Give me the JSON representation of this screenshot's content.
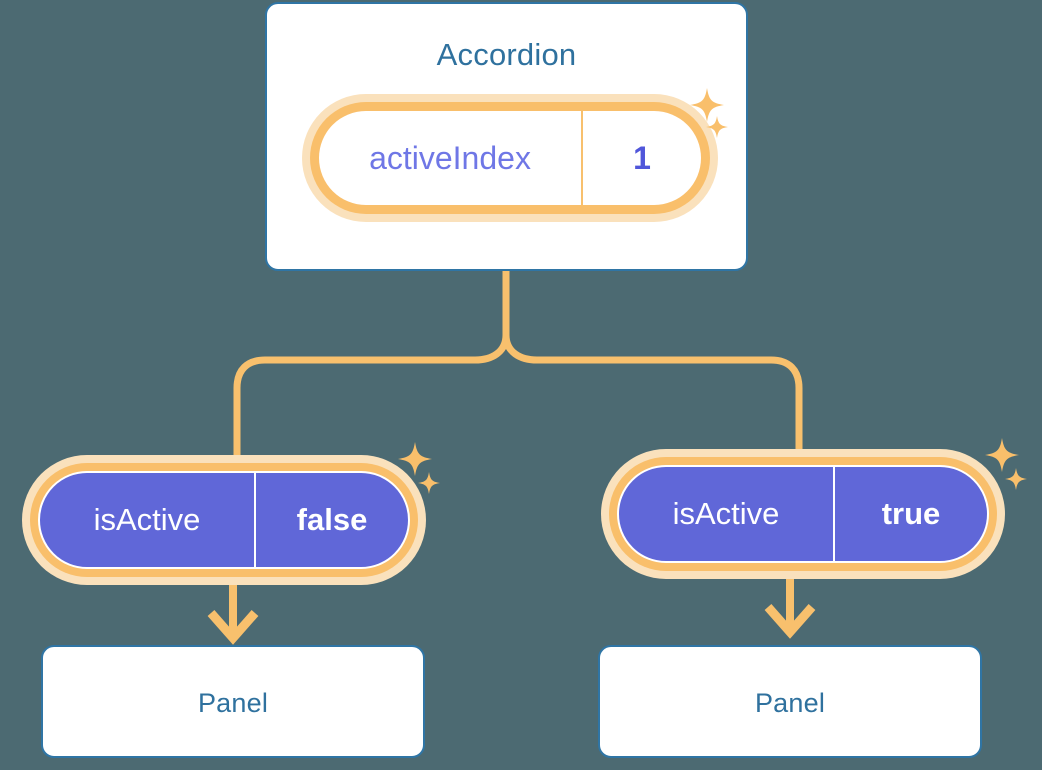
{
  "colors": {
    "background": "#4c6a72",
    "card_border": "#2f75a5",
    "card_fill": "#ffffff",
    "title_text": "#2f719e",
    "connector": "#f8c06d",
    "ring": "#f9bf6b",
    "ring_glow": "#fae1bc",
    "pill_purple": "#6067d8",
    "state_key_text": "#6f77e6",
    "state_value_text": "#5056da",
    "prop_text": "#ffffff",
    "sparkle": "#f9bf6b"
  },
  "diagram": {
    "type": "component-tree",
    "root": {
      "title": "Accordion",
      "state_pill": {
        "key": "activeIndex",
        "value": "1"
      }
    },
    "children": [
      {
        "prop_pill": {
          "key": "isActive",
          "value": "false"
        },
        "panel": {
          "title": "Panel"
        }
      },
      {
        "prop_pill": {
          "key": "isActive",
          "value": "true"
        },
        "panel": {
          "title": "Panel"
        }
      }
    ]
  },
  "icons": {
    "sparkle": "sparkle-icon",
    "arrow": "arrow-down-icon"
  }
}
